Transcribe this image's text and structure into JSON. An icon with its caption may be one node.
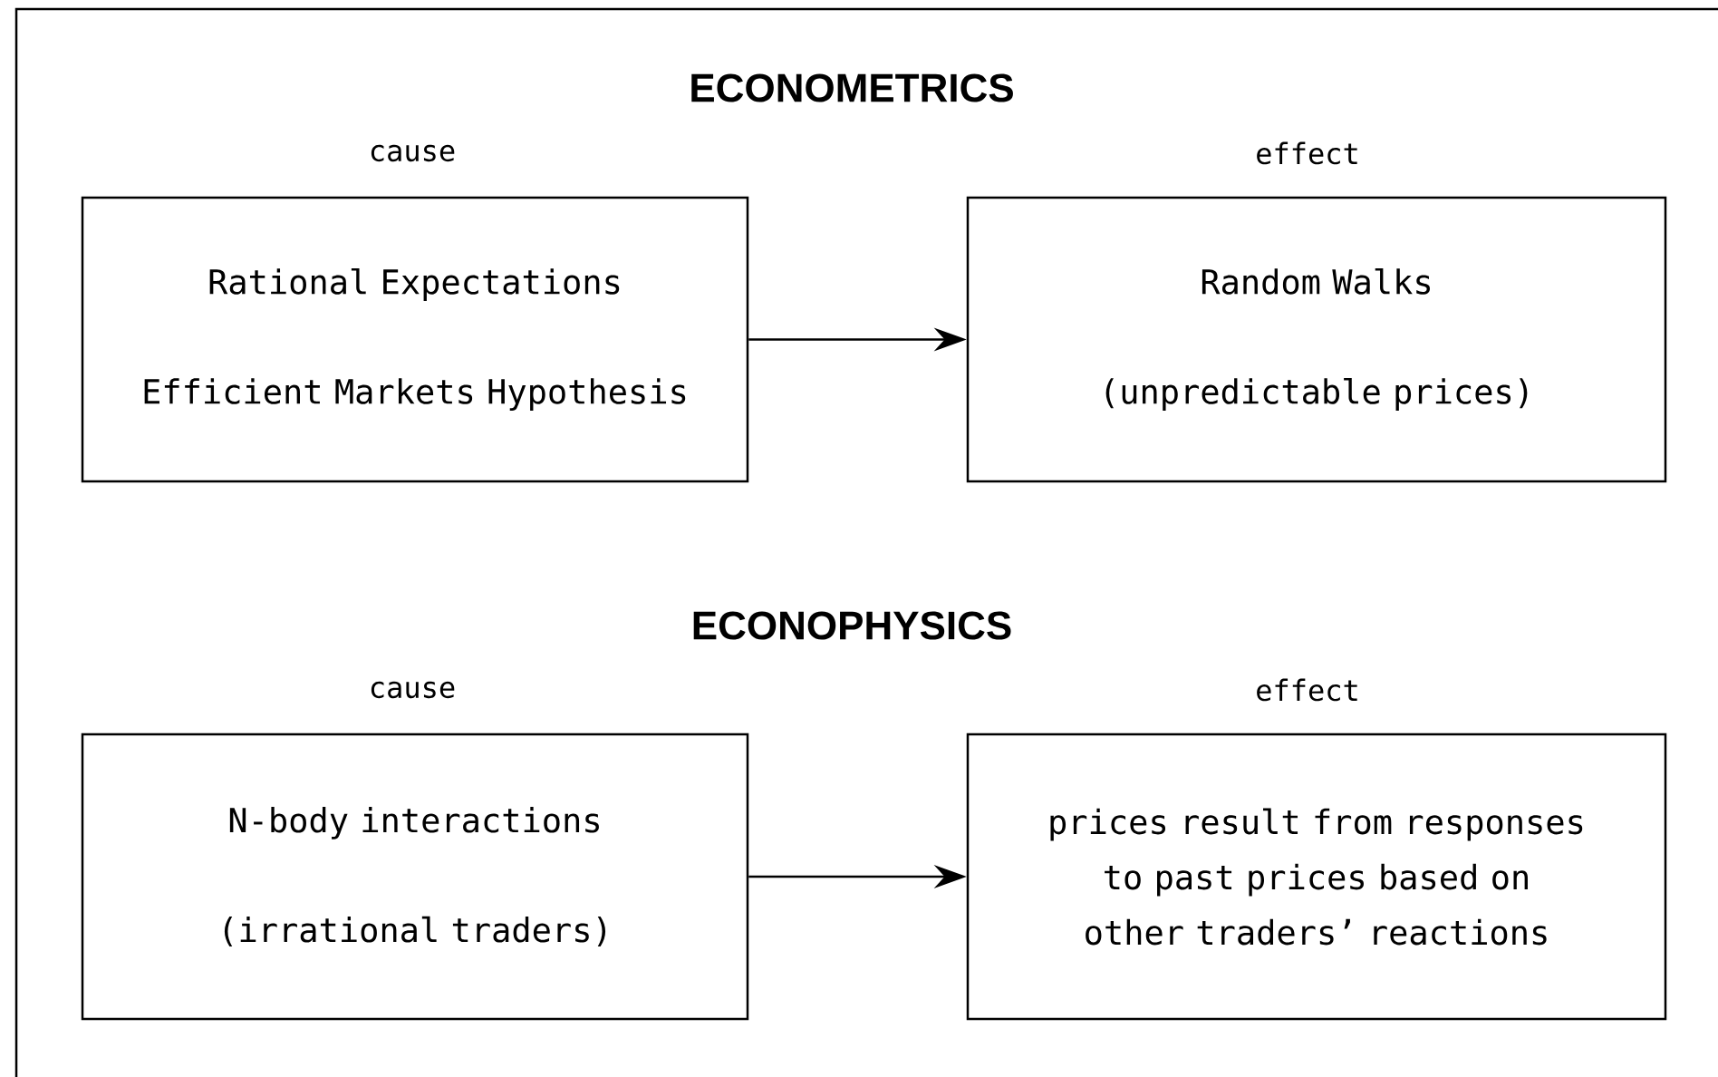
{
  "diagram": {
    "nodes": [
      {
        "text": [
          "Rational Expectations",
          "Efficient Markets Hypothesis"
        ],
        "beside": [
          "cause"
        ]
      },
      {
        "text": [
          "Random Walks",
          "(unpredictable prices)"
        ],
        "beside": [
          "effect"
        ]
      },
      {
        "text": [
          "N-body interactions",
          "(irrational traders)"
        ],
        "beside": [
          "cause"
        ]
      },
      {
        "text": [
          "prices result from responses to past prices based on other traders’ reactions"
        ],
        "beside": [
          "effect"
        ]
      }
    ],
    "edges": [
      {
        "from": 0,
        "to": 1,
        "arrow": "to"
      },
      {
        "from": 2,
        "to": 3,
        "arrow": "to"
      }
    ],
    "labels": [
      "ECONOMETRICS",
      "ECONOPHYSICS"
    ]
  }
}
